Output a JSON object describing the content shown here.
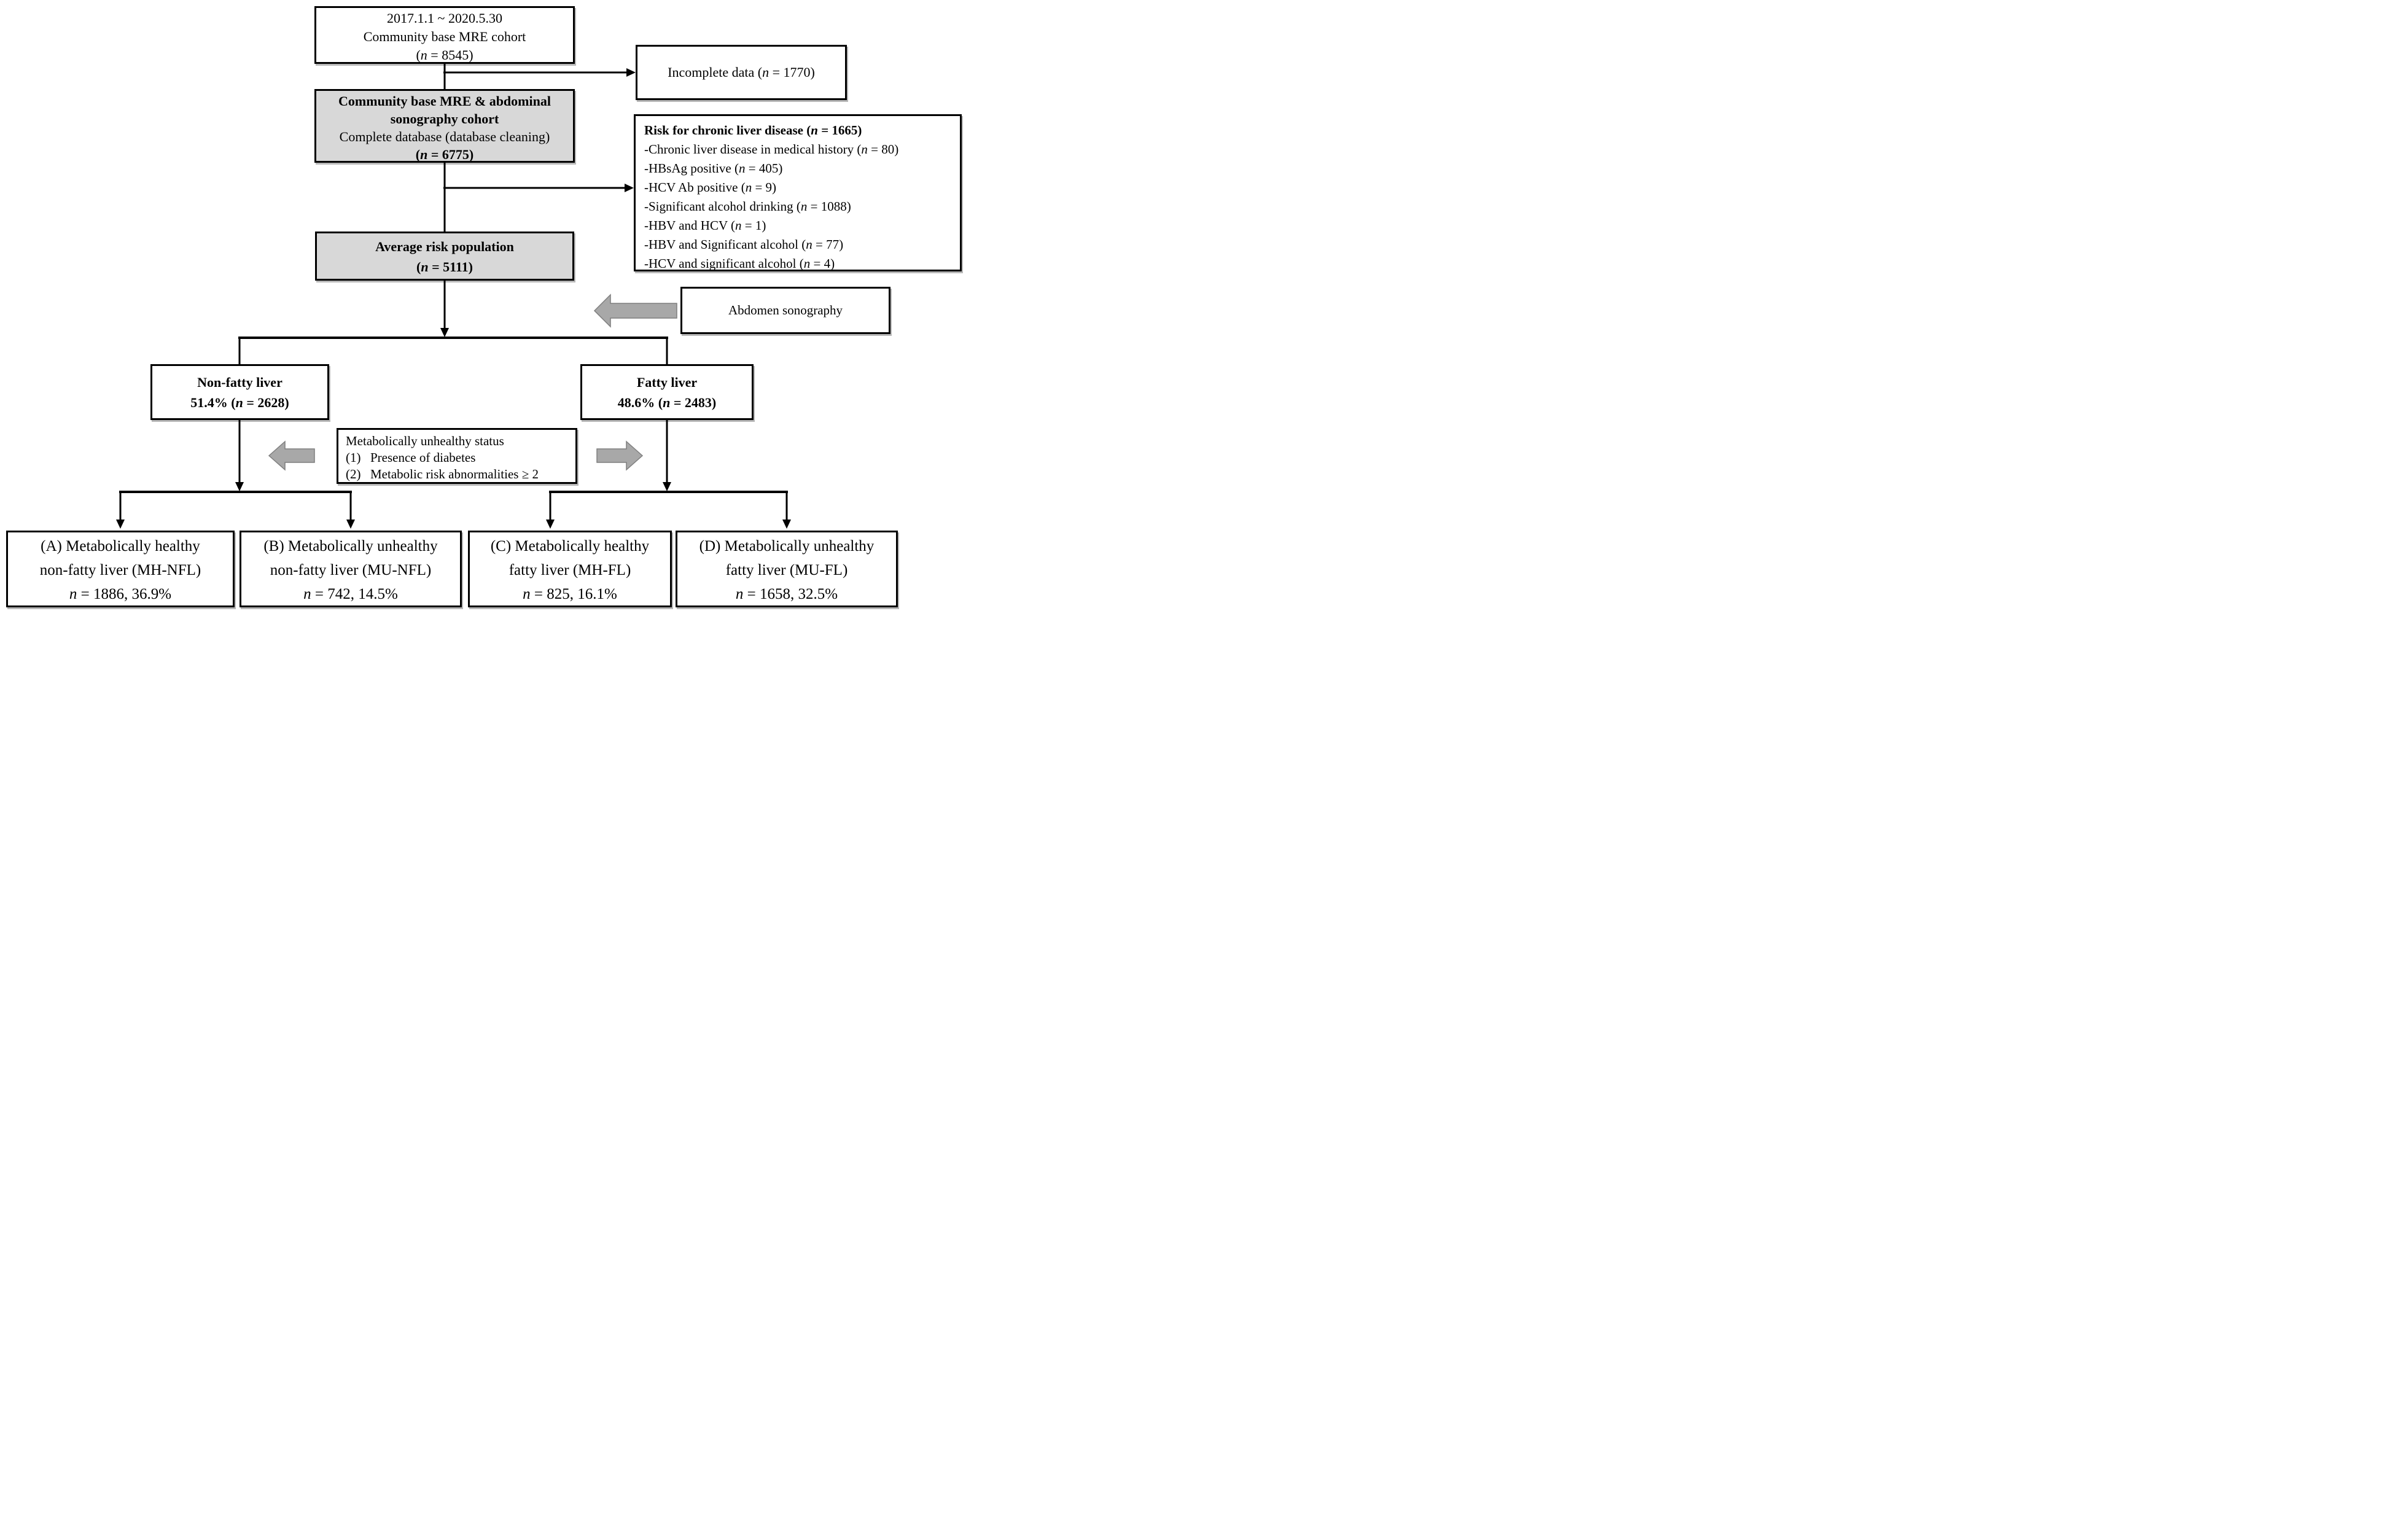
{
  "diagram_title": "Study population flowchart",
  "colors": {
    "box_fill_white": "#ffffff",
    "box_fill_gray": "#d8d8d8",
    "border": "#000000",
    "connector": "#000000",
    "block_arrow_fill": "#a8a8a8",
    "block_arrow_stroke": "#7f7f7f"
  },
  "boxes": {
    "cohort": {
      "line1": "2017.1.1 ~ 2020.5.30",
      "line2": "Community base MRE cohort",
      "n_line": {
        "pre": "(",
        "var": "n",
        "post": " = 8545)"
      }
    },
    "incomplete": {
      "n_line": {
        "pre": "Incomplete data (",
        "var": "n",
        "post": " = 1770)"
      }
    },
    "mre_sono": {
      "title1": "Community base MRE & abdominal",
      "title2": "sonography cohort",
      "subtitle": "Complete database (database cleaning)",
      "n_line": {
        "pre": "(",
        "var": "n",
        "post": " = 6775)"
      }
    },
    "risk": {
      "title": {
        "pre": "Risk for chronic liver disease (",
        "var": "n",
        "post": " = 1665)"
      },
      "items": [
        {
          "pre": "-Chronic liver disease in medical history (",
          "var": "n",
          "post": " = 80)"
        },
        {
          "pre": "-HBsAg positive (",
          "var": "n",
          "post": " = 405)"
        },
        {
          "pre": "-HCV Ab positive (",
          "var": "n",
          "post": " = 9)"
        },
        {
          "pre": "-Significant alcohol drinking (",
          "var": "n",
          "post": " = 1088)"
        },
        {
          "pre": "-HBV and HCV (",
          "var": "n",
          "post": " = 1)"
        },
        {
          "pre": "-HBV and Significant alcohol (",
          "var": "n",
          "post": " = 77)"
        },
        {
          "pre": "-HCV and significant alcohol (",
          "var": "n",
          "post": " = 4)"
        }
      ]
    },
    "average": {
      "title": "Average risk population",
      "n_line": {
        "pre": "(",
        "var": "n",
        "post": " = 5111)"
      }
    },
    "sonography": {
      "label": "Abdomen sonography"
    },
    "nonfatty": {
      "title": "Non-fatty liver",
      "n_line": {
        "pre": "51.4% (",
        "var": "n",
        "post": " = 2628)"
      }
    },
    "fatty": {
      "title": "Fatty liver",
      "n_line": {
        "pre": "48.6% (",
        "var": "n",
        "post": " = 2483)"
      }
    },
    "metabolic": {
      "title": "Metabolically unhealthy status",
      "items": [
        {
          "num": "(1)",
          "text": "Presence of diabetes"
        },
        {
          "num": "(2)",
          "text": "Metabolic risk abnormalities ≥ 2"
        }
      ]
    },
    "group_a": {
      "line1": "(A) Metabolically healthy",
      "line2": "non-fatty liver (MH-NFL)",
      "n_line": {
        "pre": "",
        "var": "n",
        "post": " = 1886, 36.9%"
      }
    },
    "group_b": {
      "line1": "(B) Metabolically unhealthy",
      "line2": "non-fatty liver (MU-NFL)",
      "n_line": {
        "pre": "",
        "var": "n",
        "post": " = 742, 14.5%"
      }
    },
    "group_c": {
      "line1": "(C) Metabolically healthy",
      "line2": "fatty liver (MH-FL)",
      "n_line": {
        "pre": "",
        "var": "n",
        "post": " = 825, 16.1%"
      }
    },
    "group_d": {
      "line1": "(D) Metabolically unhealthy",
      "line2": "fatty liver (MU-FL)",
      "n_line": {
        "pre": "",
        "var": "n",
        "post": " = 1658, 32.5%"
      }
    }
  }
}
